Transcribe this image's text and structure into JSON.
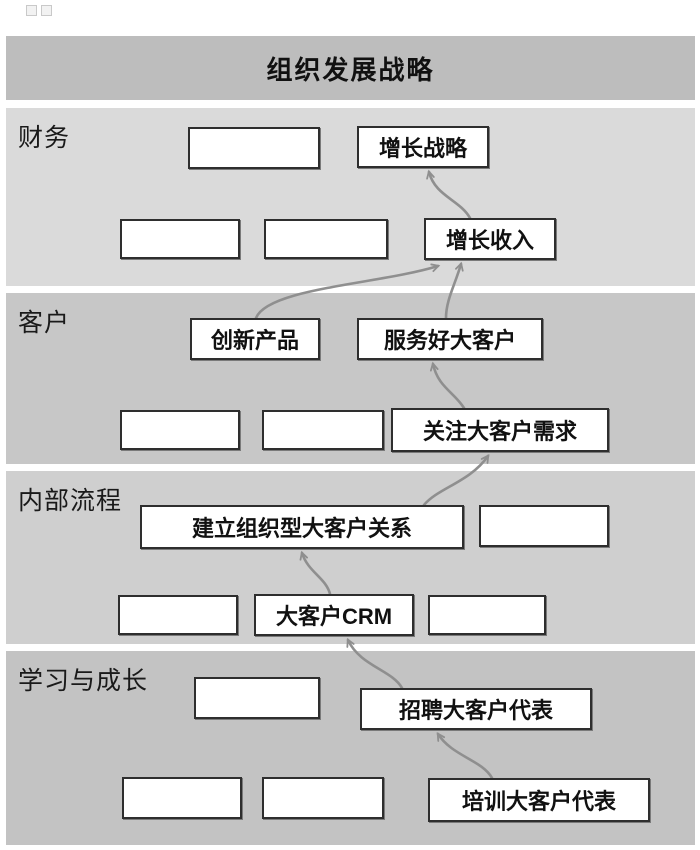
{
  "title": "组织发展战略",
  "bands": {
    "finance": {
      "label": "财务"
    },
    "customer": {
      "label": "客户"
    },
    "internal": {
      "label": "内部流程"
    },
    "learning": {
      "label": "学习与成长"
    }
  },
  "nodes": {
    "growth_strategy": "增长战略",
    "grow_revenue": "增长收入",
    "innovative_products": "创新产品",
    "serve_key_accounts": "服务好大客户",
    "focus_key_account_needs": "关注大客户需求",
    "build_org_key_account_relations": "建立组织型大客户关系",
    "key_account_crm": "大客户CRM",
    "recruit_key_account_reps": "招聘大客户代表",
    "train_key_account_reps": "培训大客户代表"
  },
  "colors": {
    "title_band": "#bdbdbd",
    "finance_band": "#dadada",
    "customer_band": "#c7c7c7",
    "internal_band": "#cfcfcf",
    "learning_band": "#c3c3c3",
    "box_border": "#2e2e2e",
    "arrow": "#8f8f8f"
  }
}
